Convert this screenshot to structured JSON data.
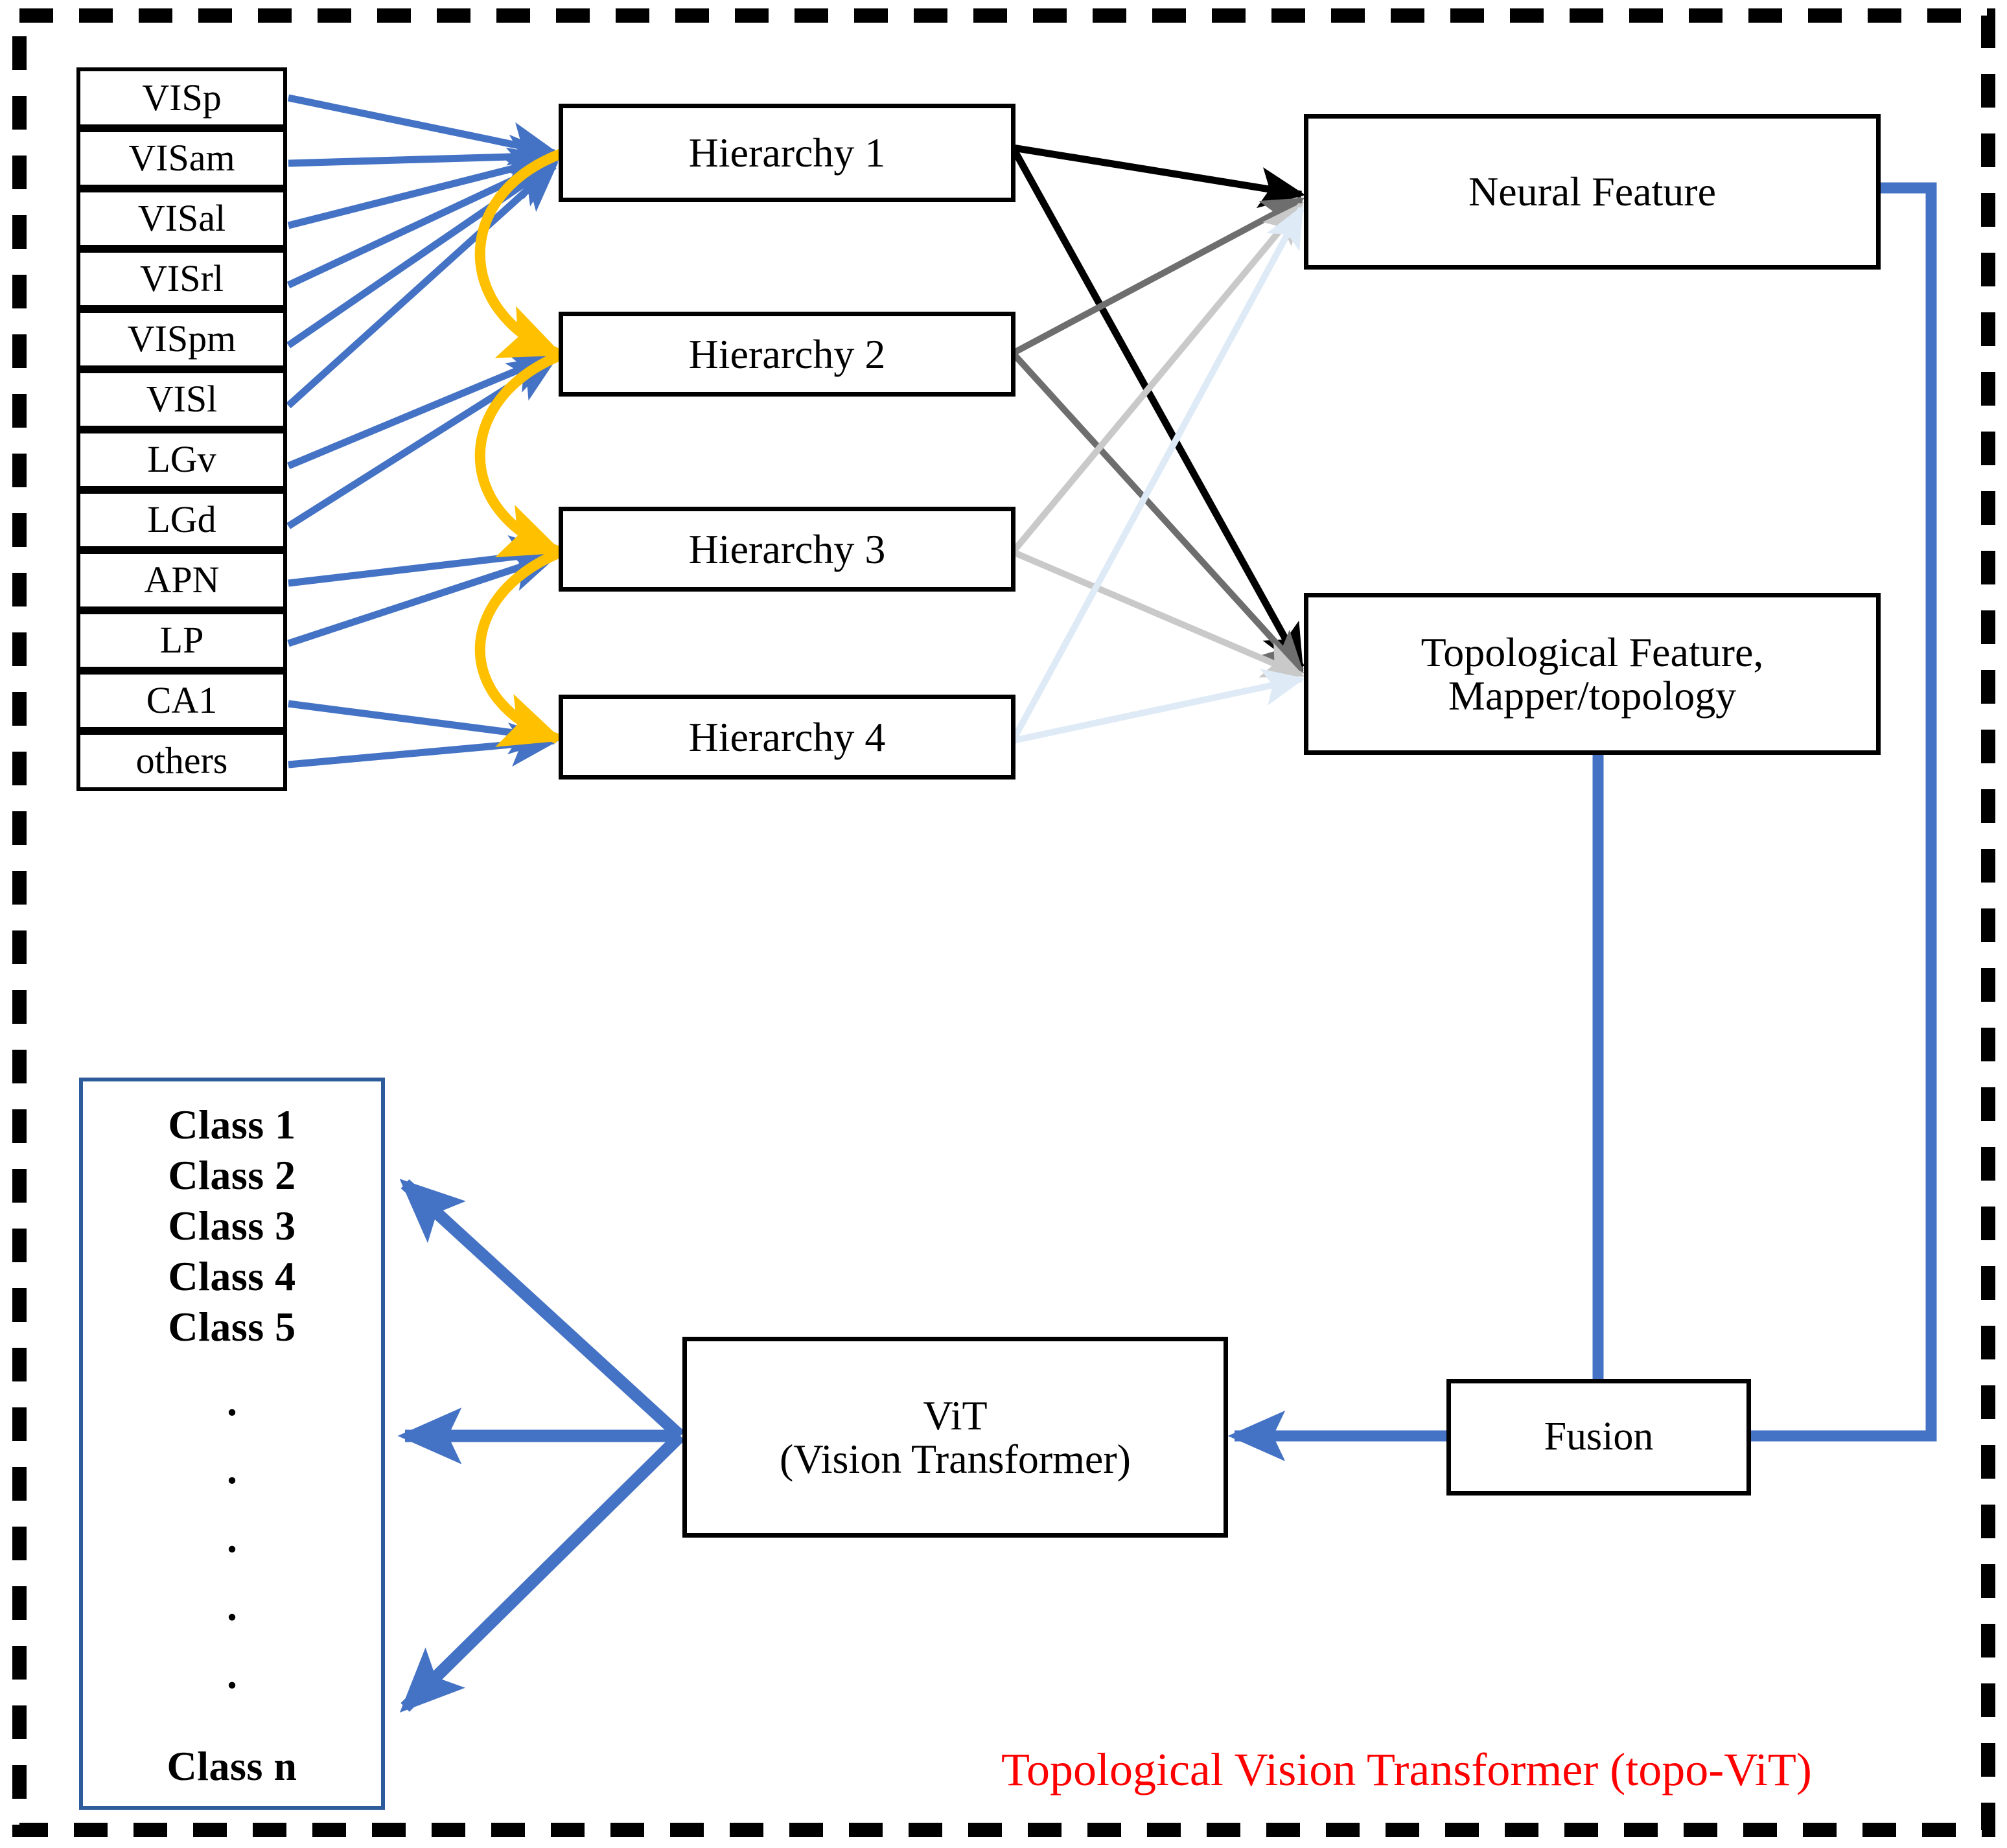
{
  "figure": {
    "caption": "Topological Vision Transformer (topo-ViT)",
    "caption_color": "#FF0000",
    "outer_border_style": "dashed-black"
  },
  "colors": {
    "blue": "#4472C4",
    "class_border": "#2E5C9A",
    "orange": "#FFC000",
    "black": "#000000",
    "gray_dark": "#6E6E6E",
    "gray_light": "#C9C9C9",
    "pale_blue": "#DEEAF6",
    "red": "#FF0000"
  },
  "brain_regions": {
    "name": "brain-region-list",
    "items": [
      "VISp",
      "VISam",
      "VISal",
      "VISrl",
      "VISpm",
      "VISl",
      "LGv",
      "LGd",
      "APN",
      "LP",
      "CA1",
      "others"
    ]
  },
  "hierarchies": {
    "name": "hierarchy-stack",
    "items": [
      "Hierarchy 1",
      "Hierarchy 2",
      "Hierarchy 3",
      "Hierarchy 4"
    ]
  },
  "features": {
    "neural": "Neural  Feature",
    "topological_line1": "Topological  Feature,",
    "topological_line2": "Mapper/topology"
  },
  "fusion": {
    "label": "Fusion"
  },
  "vit": {
    "line1": "ViT",
    "line2": "(Vision Transformer)"
  },
  "classes": {
    "name": "class-output-list",
    "items": [
      "Class 1",
      "Class 2",
      "Class 3",
      "Class 4",
      "Class 5"
    ],
    "dots": [
      "·",
      "·",
      "·",
      "·",
      "·"
    ],
    "last": "Class n"
  }
}
